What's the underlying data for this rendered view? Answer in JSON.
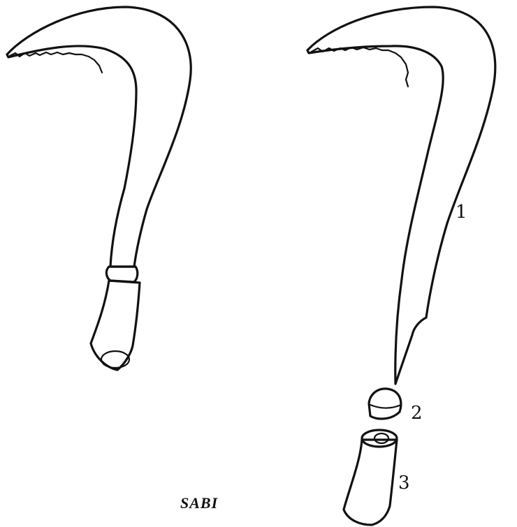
{
  "caption": "SABI",
  "part_labels": {
    "blade": "1",
    "ferrule": "2",
    "handle": "3"
  },
  "ink_color": "#111111",
  "paper_color": "#ffffff"
}
